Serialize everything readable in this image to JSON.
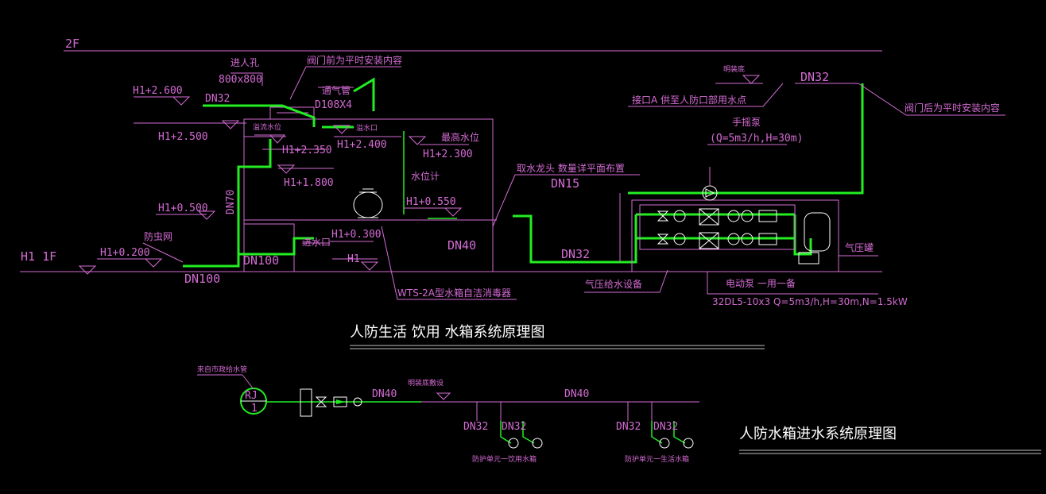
{
  "floor": {
    "label_2f": "2F",
    "label_1f": "H1  1F"
  },
  "diagram1": {
    "title": "人防生活  饮用  水箱系统原理图",
    "manhole": "进人孔",
    "manhole_size": "800x800",
    "valve_note_front": "阀门前为平时安装内容",
    "valve_note_back": "阀门后为平时安装内容",
    "vent_pipe": "通气管",
    "vent_size": "D108X4",
    "elev_2600": "H1+2.600",
    "elev_2500": "H1+2.500",
    "elev_2350": "H1+2.350",
    "elev_2400": "H1+2.400",
    "elev_2300": "H1+2.300",
    "elev_1800": "H1+1.800",
    "elev_0550": "H1+0.550",
    "elev_0500": "H1+0.500",
    "elev_0300": "H1+0.300",
    "elev_0200": "H1+0.200",
    "elev_h1": "H1",
    "overflow_level": "溢流水位",
    "overflow_port": "溢水口",
    "max_level": "最高水位",
    "level_gauge": "水位计",
    "inlet": "进水口",
    "insect_net": "防虫网",
    "dn32_top": "DN32",
    "dn70": "DN70",
    "dn100_a": "DN100",
    "dn100_b": "DN100",
    "dn40": "DN40",
    "dn15": "DN15",
    "dn32_mid": "DN32",
    "dn32_right": "DN32",
    "tap_note": "取水龙头  数量详平面布置",
    "disinfector": "WTS-2A型水箱自洁消毒器",
    "pressure_equip": "气压给水设备",
    "pressure_tank": "气压罐",
    "hand_pump": "手摇泵",
    "hand_pump_spec": "(Q=5m3/h,H=30m)",
    "pump_label": "电动泵  一用一备",
    "pump_spec": "32DL5-10x3 Q=5m3/h,H=30m,N=1.5kW",
    "port_a": "接口A  供至人防口部用水点",
    "floor_bottom": "明装底"
  },
  "diagram2": {
    "title": "人防水箱进水系统原理图",
    "source": "来自市政给水管",
    "rj_label": "RJ",
    "rj_num": "1",
    "dn40_a": "DN40",
    "dn40_b": "DN40",
    "dn32_a": "DN32",
    "dn32_b": "DN32",
    "floor_note": "明装底敷设",
    "unit_a": "防护单元一饮用水箱",
    "unit_b": "防护单元一生活水箱"
  }
}
